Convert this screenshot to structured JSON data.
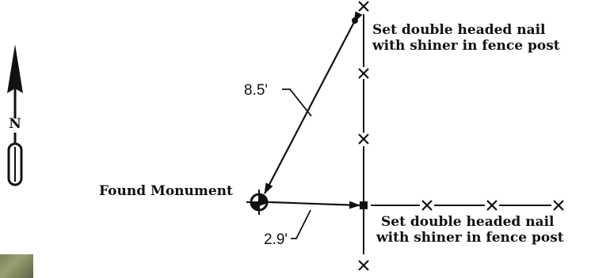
{
  "labels": {
    "nail_note_top_line1": "Set double headed nail",
    "nail_note_top_line2": "with shiner in fence post",
    "nail_note_right_line1": "Set double headed nail",
    "nail_note_right_line2": "with shiner in fence post",
    "monument": "Found Monument",
    "dist_diagonal": "8.5'",
    "dist_horizontal": "2.9'",
    "north_letter": "N"
  },
  "icons": {
    "north_arrow": "north-arrow-icon",
    "monument_symbol": "survey-monument-icon",
    "fence_post": "x-mark-icon"
  },
  "colors": {
    "ink": "#111111",
    "background": "#ffffff"
  }
}
